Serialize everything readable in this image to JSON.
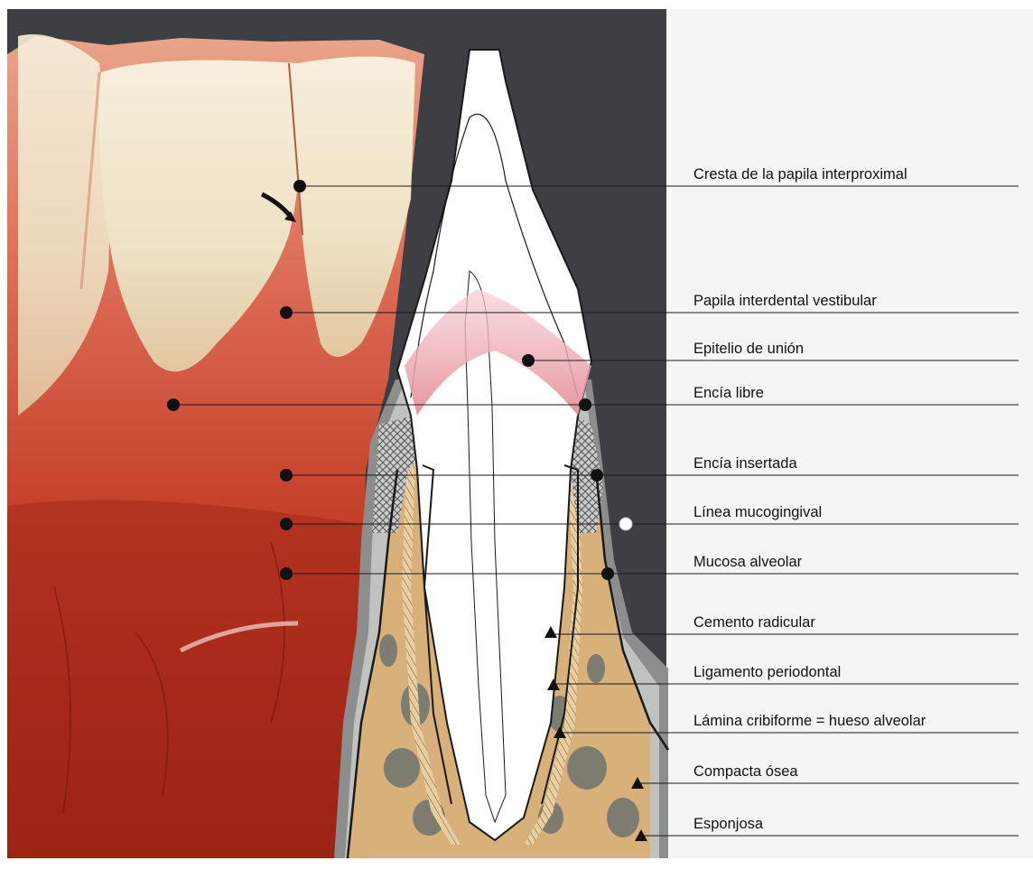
{
  "labels": [
    {
      "id": "cresta",
      "text": "Cresta de la papila interproximal"
    },
    {
      "id": "papila",
      "text": "Papila interdental vestibular"
    },
    {
      "id": "epitelio",
      "text": "Epitelio de unión"
    },
    {
      "id": "libre",
      "text": "Encía libre"
    },
    {
      "id": "insertada",
      "text": "Encía insertada"
    },
    {
      "id": "mucogingival",
      "text": "Línea mucogingival"
    },
    {
      "id": "mucosa",
      "text": "Mucosa alveolar"
    },
    {
      "id": "cemento",
      "text": "Cemento radicular"
    },
    {
      "id": "ligamento",
      "text": "Ligamento periodontal"
    },
    {
      "id": "lamina",
      "text": "Lámina cribiforme = hueso alveolar"
    },
    {
      "id": "compacta",
      "text": "Compacta ósea"
    },
    {
      "id": "esponjosa",
      "text": "Esponjosa"
    }
  ],
  "colors": {
    "background_dark": "#3d3f42",
    "label_panel": "#f4f6f4",
    "gum": "#c8442e",
    "mucosa": "#8e1f12",
    "tooth_enamel": "#ede2c4",
    "bone": "#d7b07a",
    "gingiva_section": "#bfc3c0",
    "junctional_epithelium": "#e58f9c"
  },
  "icons": [
    "black-dot-marker",
    "white-dot-marker",
    "black-triangle-marker",
    "curved-arrow"
  ]
}
